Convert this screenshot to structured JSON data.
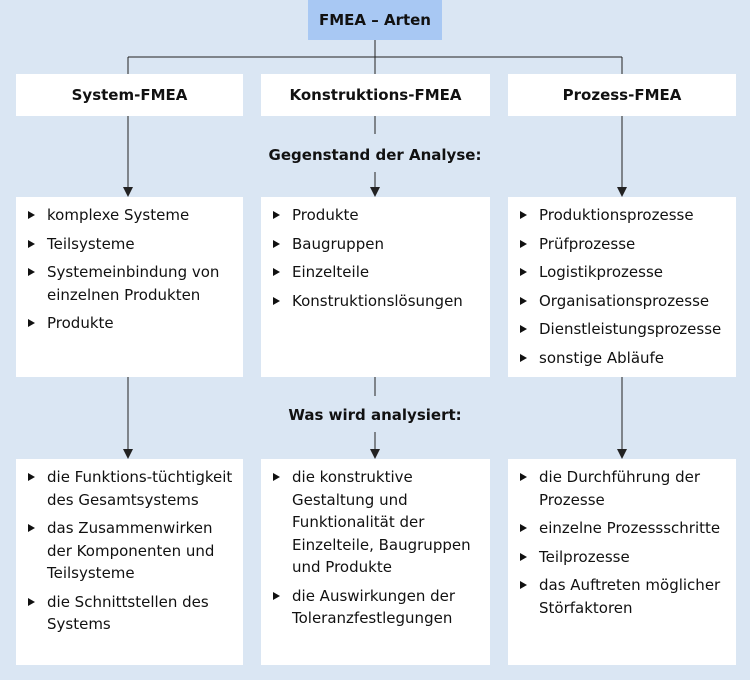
{
  "title": "FMEA – Arten",
  "section_labels": {
    "object": "Gegenstand der Analyse:",
    "analyzed": "Was wird analysiert:"
  },
  "columns": [
    {
      "heading": "System-FMEA",
      "objects": [
        "komplexe Systeme",
        "Teilsysteme",
        "Systemeinbindung von einzelnen Produkten",
        "Produkte"
      ],
      "analyzed": [
        "die Funktions-tüchtigkeit des Gesamtsystems",
        "das Zusammenwirken der Komponenten und Teilsysteme",
        "die Schnittstellen des Systems"
      ]
    },
    {
      "heading": "Konstruktions-FMEA",
      "objects": [
        "Produkte",
        "Baugruppen",
        "Einzelteile",
        "Konstruktionslösungen"
      ],
      "analyzed": [
        "die konstruktive Gestaltung und Funktionalität der Einzelteile, Baugruppen und Produkte",
        "die Auswirkungen der Toleranzfestlegungen"
      ]
    },
    {
      "heading": "Prozess-FMEA",
      "objects": [
        "Produktionsprozesse",
        "Prüfprozesse",
        "Logistikprozesse",
        "Organisationsprozesse",
        "Dienstleistungsprozesse",
        "sonstige Abläufe"
      ],
      "analyzed": [
        "die Durchführung der Prozesse",
        "einzelne Prozessschritte",
        "Teilprozesse",
        "das Auftreten möglicher Störfaktoren"
      ]
    }
  ]
}
